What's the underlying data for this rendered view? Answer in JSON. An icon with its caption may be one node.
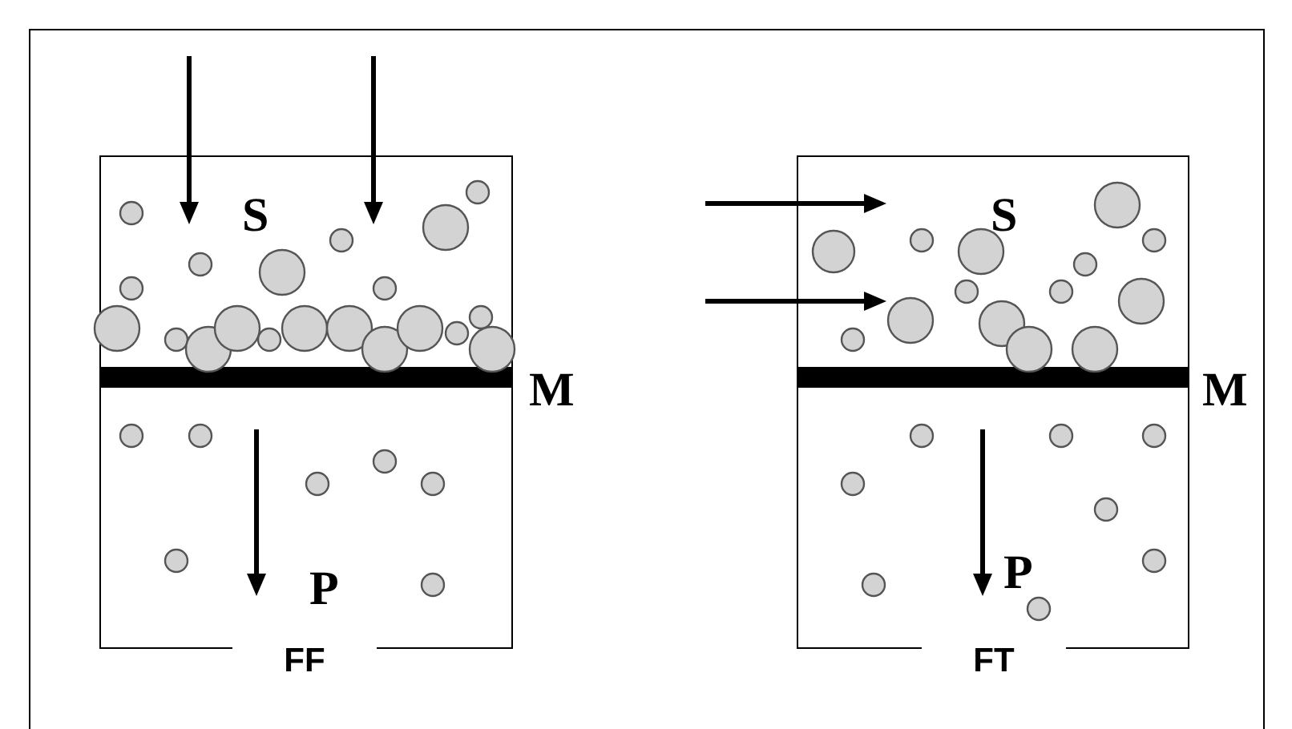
{
  "diagram": {
    "nodes": [
      {
        "text": [
          "S",
          "P"
        ],
        "beside": [
          "M",
          "FF"
        ]
      },
      {
        "text": [
          "S",
          "P"
        ],
        "beside": [
          "M",
          "FT"
        ]
      }
    ]
  }
}
